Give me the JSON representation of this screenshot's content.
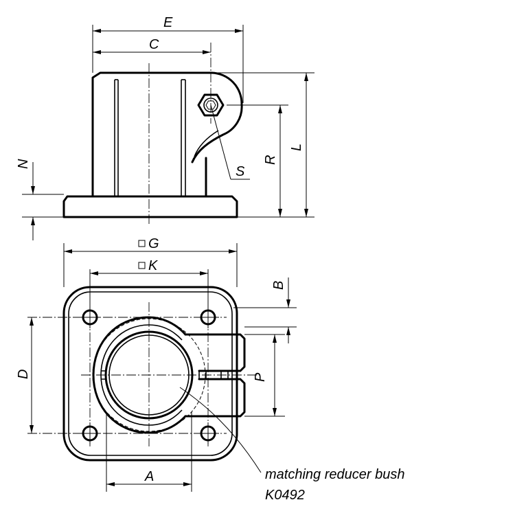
{
  "labels": {
    "E": "E",
    "C": "C",
    "N": "N",
    "R": "R",
    "L": "L",
    "S": "S",
    "G": "G",
    "K": "K",
    "B": "B",
    "D": "D",
    "P": "P",
    "A": "A"
  },
  "note": {
    "line1": "matching reducer bush",
    "line2": "K0492"
  },
  "colors": {
    "ink": "#000000",
    "background": "#ffffff"
  }
}
